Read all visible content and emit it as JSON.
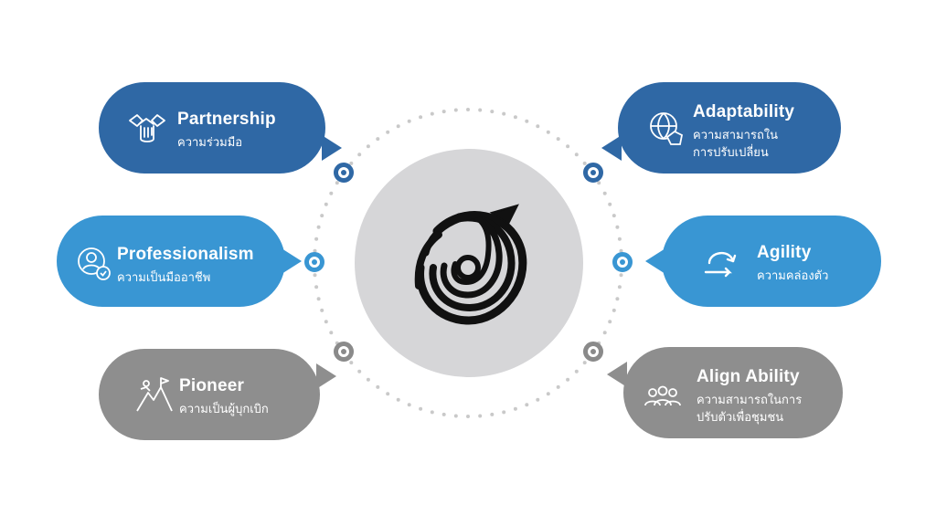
{
  "items": [
    {
      "title": "Partnership",
      "subtitle": [
        "ความร่วมมือ"
      ],
      "icon": "handshake-icon",
      "color": "#2f68a5"
    },
    {
      "title": "Professionalism",
      "subtitle": [
        "ความเป็นมืออาชีพ"
      ],
      "icon": "professional-badge-icon",
      "color": "#3996d3"
    },
    {
      "title": "Pioneer",
      "subtitle": [
        "ความเป็นผู้บุกเบิก"
      ],
      "icon": "mountain-flag-icon",
      "color": "#8e8e8e"
    },
    {
      "title": "Adaptability",
      "subtitle": [
        "ความสามารถใน",
        "การปรับเปลี่ยน"
      ],
      "icon": "globe-hand-icon",
      "color": "#2f68a5"
    },
    {
      "title": "Agility",
      "subtitle": [
        "ความคล่องตัว"
      ],
      "icon": "agile-cycle-icon",
      "color": "#3996d3"
    },
    {
      "title": "Align Ability",
      "subtitle": [
        "ความสามารถในการ",
        "ปรับตัวเพื่อชุมชน"
      ],
      "icon": "community-group-icon",
      "color": "#8e8e8e"
    }
  ],
  "center": {
    "icon": "company-logo-icon",
    "disc_color": "#d6d6d8"
  },
  "ring": {
    "dot_color": "#c9c9c9"
  }
}
